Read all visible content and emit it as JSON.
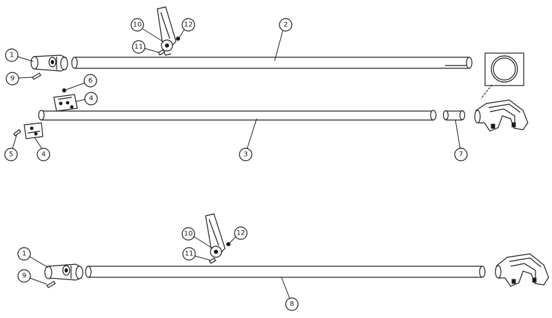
{
  "callouts": [
    {
      "id": "c-10-top",
      "label": "10"
    },
    {
      "id": "c-12-top",
      "label": "12"
    },
    {
      "id": "c-11-top",
      "label": "11"
    },
    {
      "id": "c-2",
      "label": "2"
    },
    {
      "id": "c-1-top",
      "label": "1"
    },
    {
      "id": "c-9-top",
      "label": "9"
    },
    {
      "id": "c-6",
      "label": "6"
    },
    {
      "id": "c-4-upper",
      "label": "4"
    },
    {
      "id": "c-5",
      "label": "5"
    },
    {
      "id": "c-4-lower",
      "label": "4"
    },
    {
      "id": "c-3",
      "label": "3"
    },
    {
      "id": "c-7",
      "label": "7"
    },
    {
      "id": "c-10-bottom",
      "label": "10"
    },
    {
      "id": "c-12-bottom",
      "label": "12"
    },
    {
      "id": "c-11-bottom",
      "label": "11"
    },
    {
      "id": "c-1-bottom",
      "label": "1"
    },
    {
      "id": "c-9-bottom",
      "label": "9"
    },
    {
      "id": "c-8",
      "label": "8"
    }
  ]
}
